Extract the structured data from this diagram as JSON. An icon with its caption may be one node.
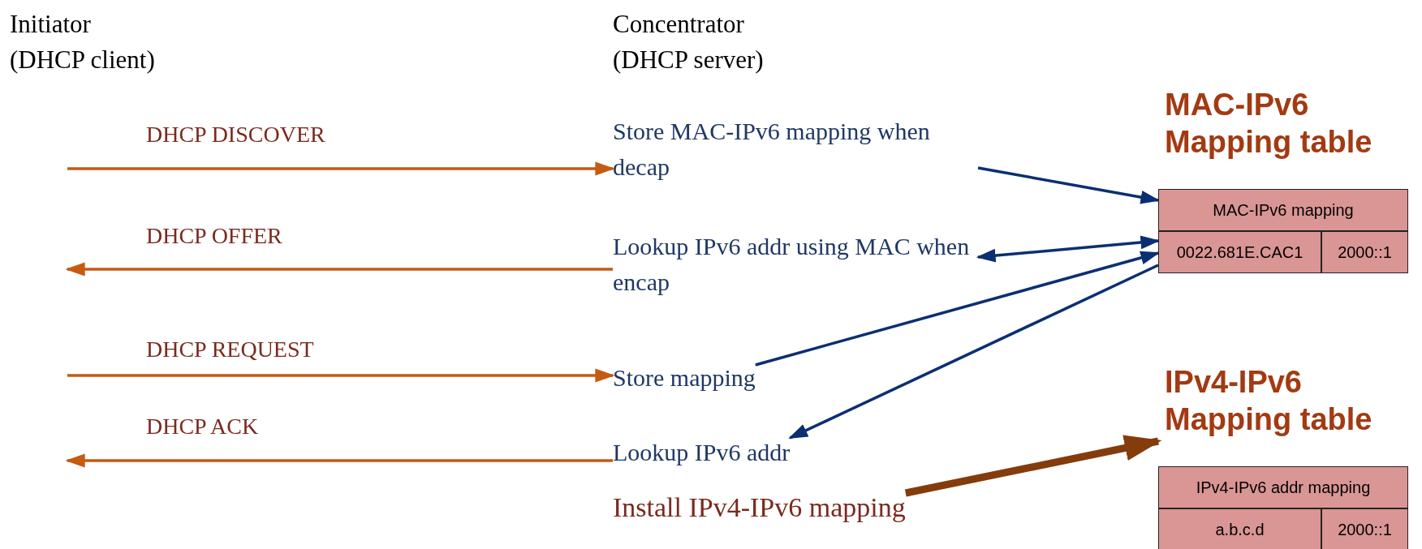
{
  "diagram": {
    "nodes": [
      {
        "text": [
          "Store MAC-IPv6 mapping when decap"
        ]
      },
      {
        "text": [
          "Lookup IPv6 addr using MAC when encap"
        ]
      },
      {
        "text": [
          "Store mapping"
        ]
      },
      {
        "text": [
          "Lookup IPv6 addr"
        ]
      },
      {
        "text": [
          "Install IPv4-IPv6 mapping"
        ]
      },
      {
        "text": [
          "MAC-IPv6 Mapping table",
          "MAC-IPv6 mapping",
          "0022.681E.CAC1",
          "2000::1"
        ]
      },
      {
        "text": [
          "IPv4-IPv6 Mapping table",
          "IPv4-IPv6 addr mapping",
          "a.b.c.d",
          "2000::1"
        ]
      }
    ],
    "edges": [
      {
        "from": null,
        "to": 0,
        "arrow": "to",
        "label": "DHCP DISCOVER",
        "color": "#c55a11"
      },
      {
        "from": 1,
        "to": null,
        "arrow": "to",
        "label": "DHCP OFFER",
        "color": "#c55a11"
      },
      {
        "from": null,
        "to": 2,
        "arrow": "to",
        "label": "DHCP REQUEST",
        "color": "#c55a11"
      },
      {
        "from": 3,
        "to": null,
        "arrow": "to",
        "label": "DHCP ACK",
        "color": "#c55a11"
      },
      {
        "from": 0,
        "to": 5,
        "arrow": "to",
        "color": "#0b2f73"
      },
      {
        "from": 1,
        "to": 5,
        "arrow": "both",
        "color": "#0b2f73"
      },
      {
        "from": 2,
        "to": 5,
        "arrow": "to",
        "color": "#0b2f73"
      },
      {
        "from": 5,
        "to": 3,
        "arrow": "to",
        "color": "#0b2f73"
      },
      {
        "from": 4,
        "to": 6,
        "arrow": "to",
        "style": "thick",
        "color": "#843c0c"
      }
    ],
    "labels": [
      "Initiator (DHCP client)",
      "Concentrator (DHCP server)"
    ]
  }
}
